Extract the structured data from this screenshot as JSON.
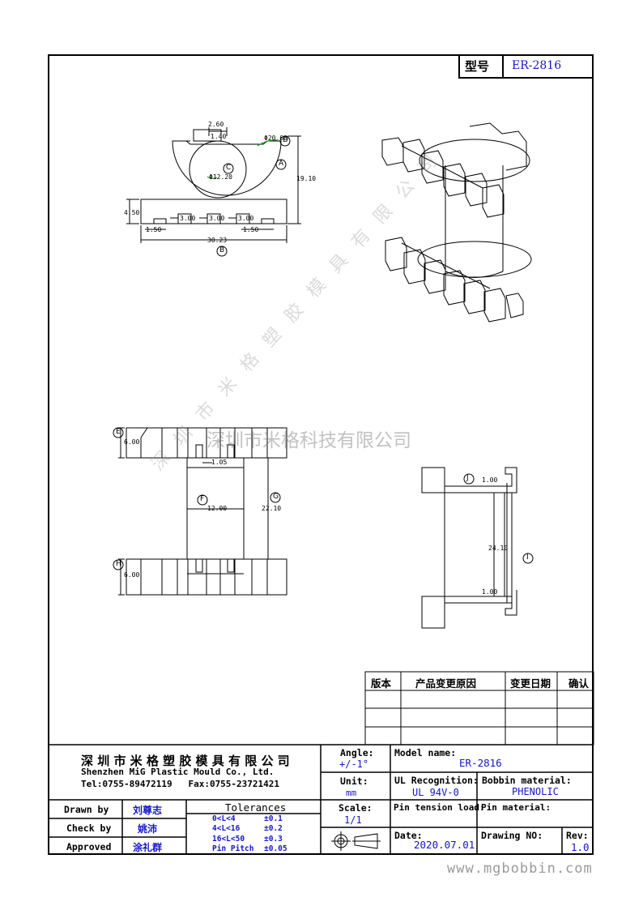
{
  "title_block": {
    "type_label": "型号",
    "type_value": "ER-2816"
  },
  "drawing_labels": {
    "dim_2_60": "2.60",
    "dim_1_40": "1.40",
    "dim_20_60": "Φ20.60",
    "dim_12_20": "Φ12.20",
    "dim_4_50": "4.50",
    "dim_3_00a": "3.00",
    "dim_3_00b": "3.00",
    "dim_3_00c": "3.00",
    "dim_1_50a": "1.50",
    "dim_1_50b": "1.50",
    "dim_19_10": "19.10",
    "dim_30_23": "30.23",
    "dim_6_00a": "6.00",
    "dim_6_00b": "6.00",
    "dim_1_05": "1.05",
    "dim_12_00": "12.00",
    "dim_22_10": "22.10",
    "dim_1_00a": "1.00",
    "dim_1_00b": "1.00",
    "dim_24_10": "24.10",
    "tag_A": "A",
    "tag_B": "B",
    "tag_C": "C",
    "tag_D": "D",
    "tag_E": "E",
    "tag_F": "F",
    "tag_G": "G",
    "tag_H": "H",
    "tag_I": "I",
    "tag_J": "J"
  },
  "watermark": {
    "center": "深圳市米格科技有限公司",
    "diagonal": "深 圳 市 米 格 塑 胶 模 具 有 限 公 司"
  },
  "revision_table": {
    "headers": [
      "版本",
      "产品变更原因",
      "变更日期",
      "确认"
    ]
  },
  "company": {
    "name_cn": "深 圳 市 米 格 塑 胶 模 具 有 限 公 司",
    "name_en": "Shenzhen MiG Plastic Mould Co., Ltd.",
    "contact": "Tel:0755-89472119   Fax:0755-23721421"
  },
  "sign": {
    "drawn_label": "Drawn by",
    "drawn_value": "刘尊志",
    "check_label": "Check by",
    "check_value": "姚沛",
    "approved_label": "Approved",
    "approved_value": "涂礼群"
  },
  "tolerances": {
    "title": "Tolerances",
    "rows": [
      {
        "range": "0<L<4",
        "value": "±0.1"
      },
      {
        "range": "4<L<16",
        "value": "±0.2"
      },
      {
        "range": "16<L<50",
        "value": "±0.3"
      },
      {
        "range": "Pin Pitch",
        "value": "±0.05"
      }
    ]
  },
  "fields": {
    "angle_label": "Angle:",
    "angle_value": "+/-1°",
    "unit_label": "Unit:",
    "unit_value": "mm",
    "scale_label": "Scale:",
    "scale_value": "1/1",
    "model_label": "Model name:",
    "model_value": "ER-2816",
    "ul_label": "UL Recognition:",
    "ul_value": "UL 94V-0",
    "bobbin_label": "Bobbin material:",
    "bobbin_value": "PHENOLIC",
    "pin_tension_label": "Pin tension load:",
    "pin_material_label": "Pin material:",
    "date_label": "Date:",
    "date_value": "2020.07.01",
    "drawing_no_label": "Drawing NO:",
    "rev_label": "Rev:",
    "rev_value": "1.0"
  },
  "footer": {
    "website": "www.mgbobbin.com"
  }
}
